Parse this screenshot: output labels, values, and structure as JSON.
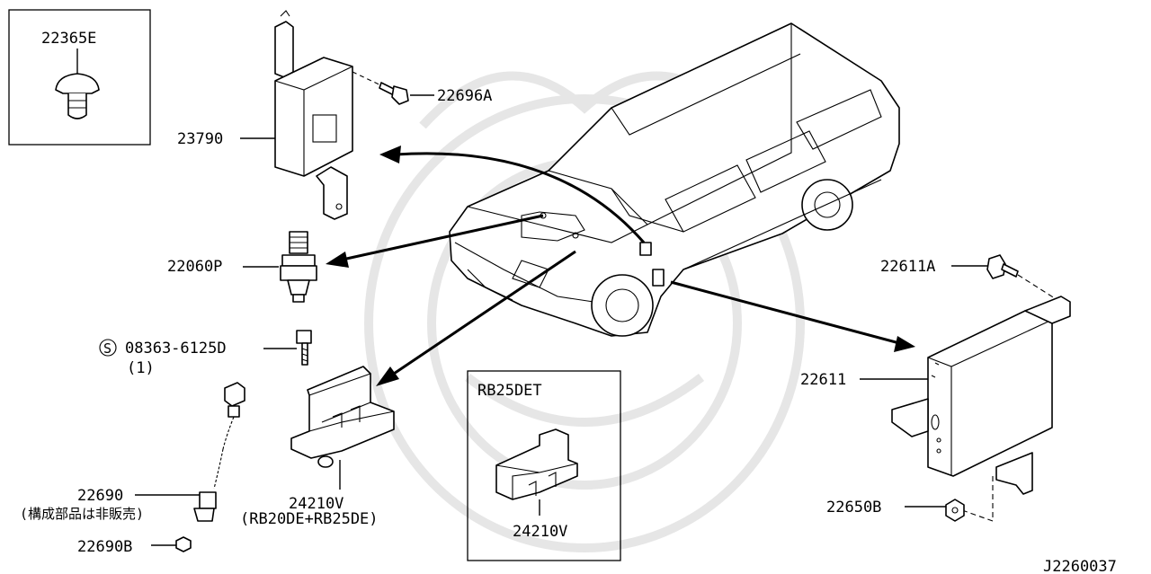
{
  "labels": {
    "p22365E": "22365E",
    "p22696A": "22696A",
    "p23790": "23790",
    "p22060P": "22060P",
    "p08363": "08363-6125D",
    "p08363_qty": "(1)",
    "s_symbol": "S",
    "p22690": "22690",
    "p22690_note": "(構成部品は非販売)",
    "p22690B": "22690B",
    "p24210V_main": "24210V",
    "p24210V_note": "(RB20DE+RB25DE)",
    "rb25det_title": "RB25DET",
    "p24210V_inset": "24210V",
    "p22611A": "22611A",
    "p22611": "22611",
    "p22650B": "22650B",
    "diagram_code": "J2260037"
  }
}
